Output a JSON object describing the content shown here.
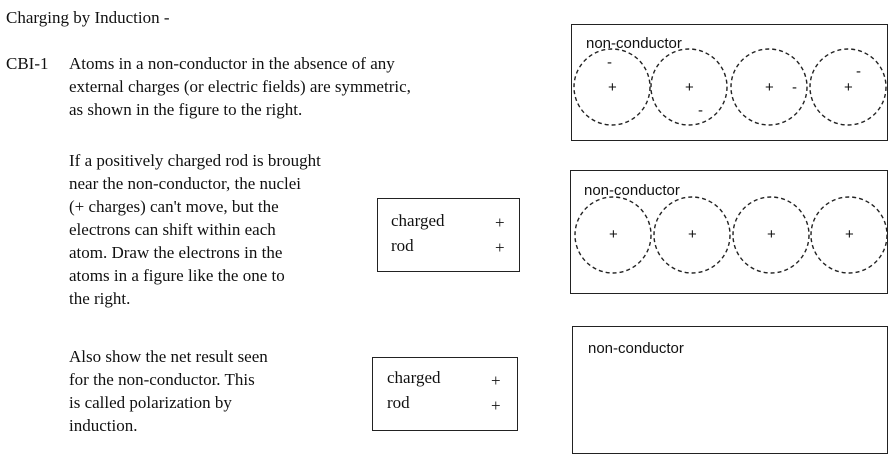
{
  "title": "Charging by Induction -",
  "problem": {
    "id": "CBI-1",
    "para1": [
      "Atoms in a non-conductor in the absence of any",
      "external charges (or electric fields) are symmetric,",
      "as shown in the figure to the right."
    ],
    "para2": [
      "If a positively charged rod is brought",
      "near the non-conductor, the nuclei",
      "(+ charges) can't move, but the",
      "electrons can shift within each",
      "atom.  Draw the electrons in the",
      "atoms in a figure like the one to",
      "the right."
    ],
    "para3": [
      "Also show the net result seen",
      "for the non-conductor.  This",
      "is called polarization by",
      "induction."
    ]
  },
  "rod1": {
    "line1": "charged",
    "line2": "rod",
    "sign": "+"
  },
  "rod2": {
    "line1": "charged",
    "line2": "rod",
    "sign": "+"
  },
  "figures": [
    {
      "label": "non-conductor",
      "atoms": 4,
      "nucleus_sign": "+",
      "electron_sign": "-"
    },
    {
      "label": "non-conductor",
      "atoms": 4,
      "nucleus_sign": "+"
    },
    {
      "label": "non-conductor",
      "atoms": 0
    }
  ]
}
